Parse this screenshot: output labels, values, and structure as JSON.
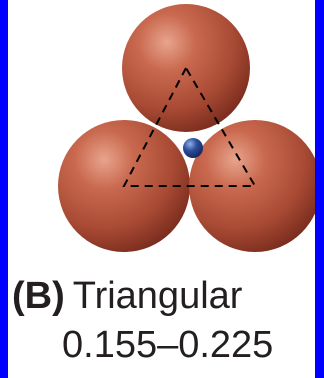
{
  "figure": {
    "panel_letter": "(B)",
    "arrangement": "Triangular",
    "radius_ratio_range": "0.155–0.225"
  },
  "colors": {
    "background": "#0000ff",
    "panel": "#ffffff",
    "large_sphere": "#b5513b",
    "small_sphere": "#2d4f9c",
    "dashed_triangle": "#000000",
    "text": "#231f20"
  }
}
